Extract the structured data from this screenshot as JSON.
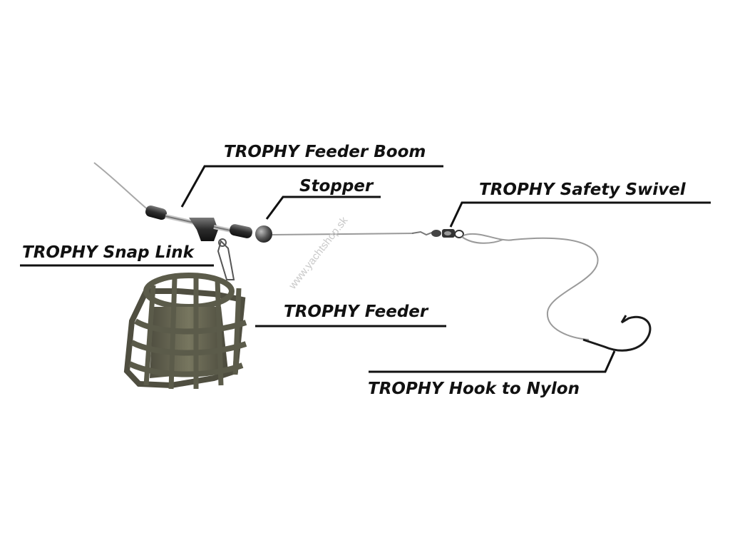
{
  "labels": {
    "feeder_boom": "TROPHY Feeder Boom",
    "stopper": "Stopper",
    "safety_swivel": "TROPHY Safety Swivel",
    "snap_link": "TROPHY Snap Link",
    "feeder": "TROPHY Feeder",
    "hook": "TROPHY Hook to Nylon"
  },
  "watermark": "www.yachtshop.sk",
  "colors": {
    "leader_line": "#111111",
    "fishing_line": "#9a9a9a",
    "feeder_metal": "#5b5b4a",
    "feeder_bait": "#6b6a58",
    "boom": "#3a3a3a",
    "hook": "#1a1a1a"
  }
}
